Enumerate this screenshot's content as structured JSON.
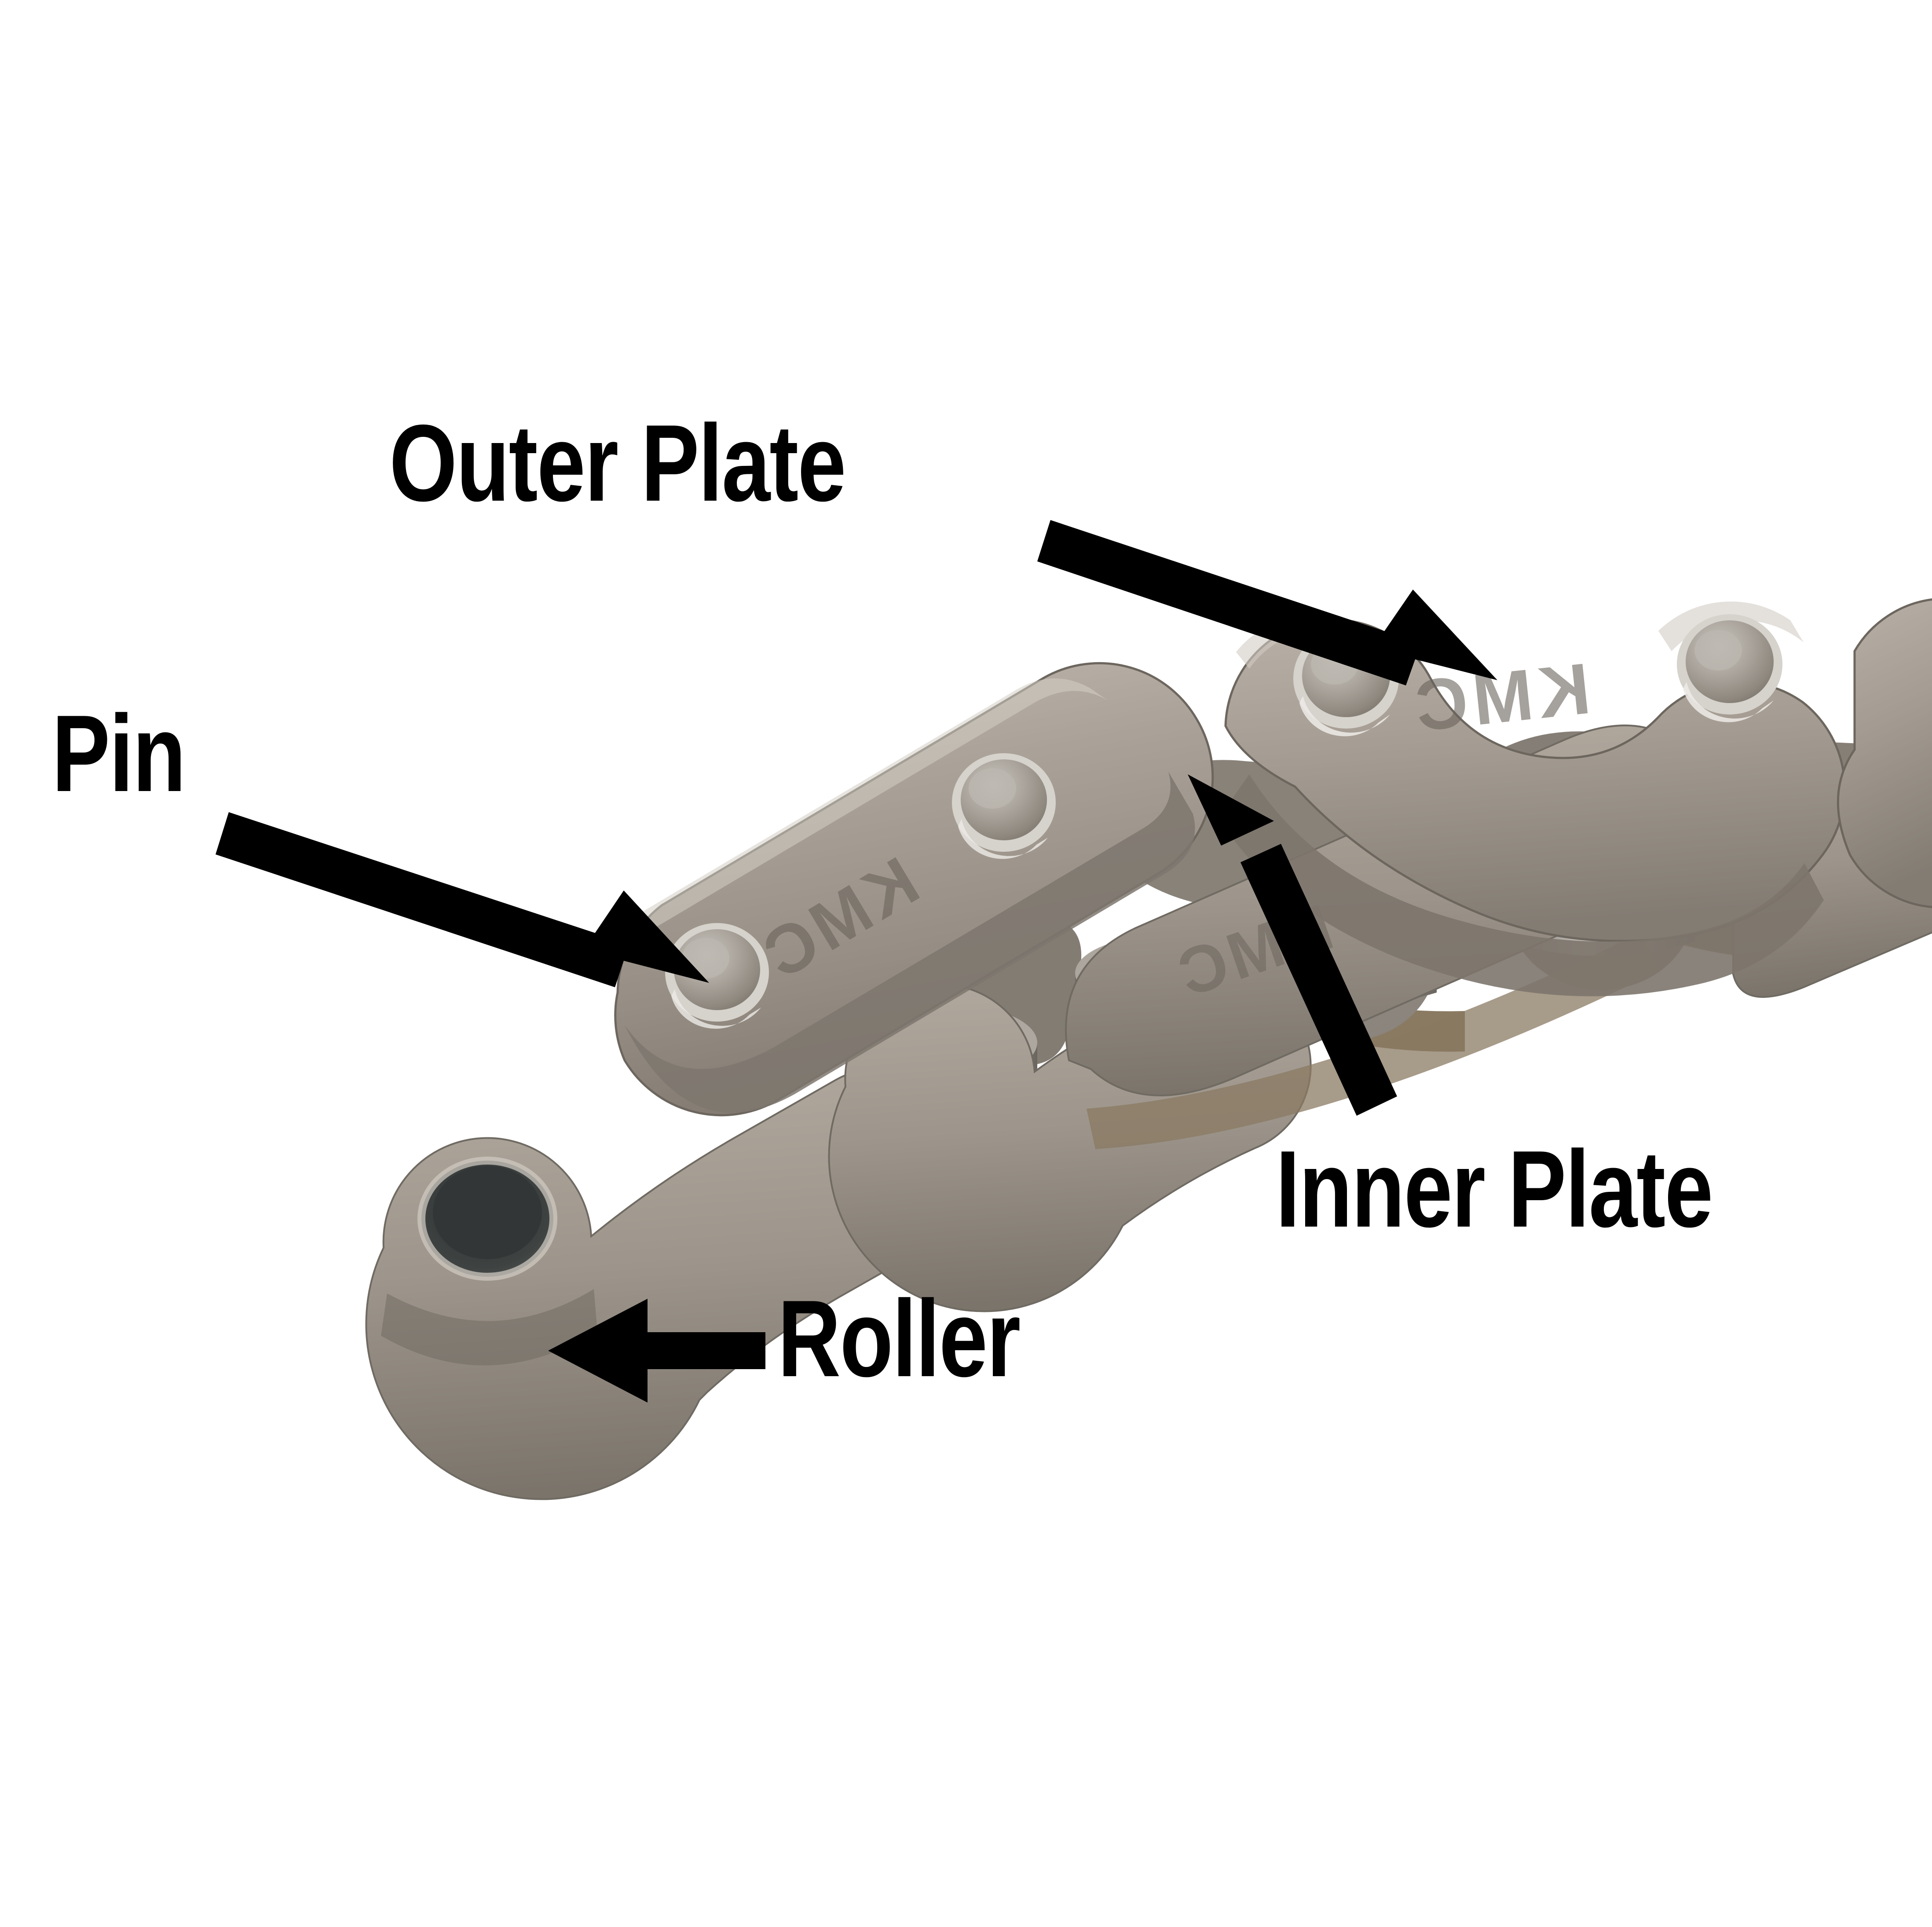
{
  "figure": {
    "kind": "labeled-photo-diagram",
    "subject": "bicycle roller chain",
    "background_color": "#ffffff",
    "label_color": "#000000",
    "arrow_color": "#000000"
  },
  "labels": [
    {
      "id": "outer-plate",
      "text": "Outer Plate",
      "arrow_direction": "down-right",
      "points_to": "outer link side plate with KMC stamp"
    },
    {
      "id": "pin",
      "text": "Pin",
      "arrow_direction": "down-right",
      "points_to": "rivet pin head on outer plate"
    },
    {
      "id": "inner-plate",
      "text": "Inner Plate",
      "arrow_direction": "up-left",
      "points_to": "inner link side plate"
    },
    {
      "id": "roller",
      "text": "Roller",
      "arrow_direction": "left",
      "points_to": "cylindrical roller at end link"
    }
  ],
  "chain": {
    "brand_stamp": "KMC",
    "brand_stamp_count": 3,
    "colors": {
      "outer_plate_light": "#b6aea4",
      "outer_plate_mid": "#9d958b",
      "outer_plate_dark": "#7d766d",
      "inner_plate": "#a59d93",
      "roller_light": "#b8b4ae",
      "roller_mid": "#928d86",
      "roller_dark": "#6e6a64",
      "pin_rim": "#d9d9d9",
      "pin_face": "#a8a29a",
      "hole_dark": "#3b3f3e",
      "bronze_edge": "#8a7a64"
    },
    "links": [
      {
        "type": "outer-plate",
        "pins": 2,
        "stamp": "KMC"
      },
      {
        "type": "inner-plate",
        "rollers": 2
      },
      {
        "type": "outer-plate",
        "pins": 2,
        "stamp": "KMC"
      },
      {
        "type": "inner-plate",
        "rollers": 2,
        "stamp": "KMC"
      },
      {
        "type": "outer-plate",
        "pins": 1,
        "cropped": true
      }
    ],
    "end_link": {
      "type": "open-hole",
      "description": "left end inner plate with empty pin hole"
    }
  }
}
